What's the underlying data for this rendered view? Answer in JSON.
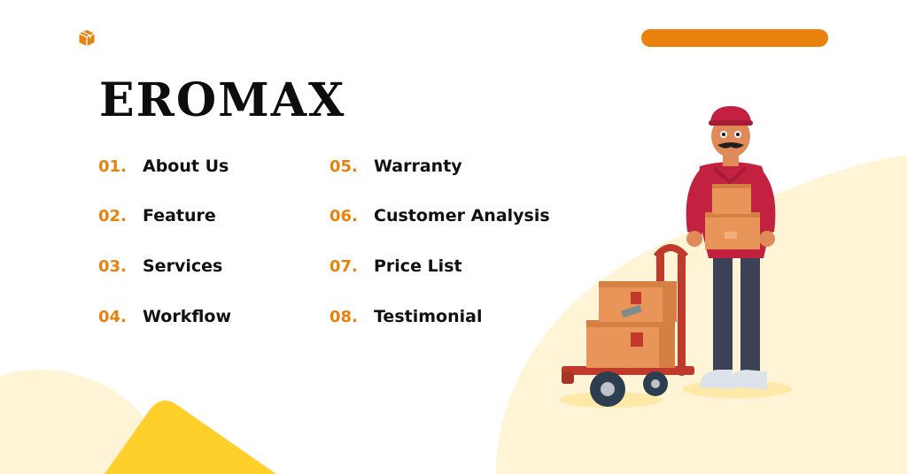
{
  "colors": {
    "accent": "#E8820C",
    "yellow": "#FFD02B",
    "cream": "#FFF4D6",
    "title": "#0D0D0D"
  },
  "header": {
    "logo_icon": "package-box-icon",
    "title": "EROMAX"
  },
  "toc": {
    "left": [
      {
        "num": "01.",
        "label": "About Us"
      },
      {
        "num": "02.",
        "label": "Feature"
      },
      {
        "num": "03.",
        "label": "Services"
      },
      {
        "num": "04.",
        "label": "Workflow"
      }
    ],
    "right": [
      {
        "num": "05.",
        "label": "Warranty"
      },
      {
        "num": "06.",
        "label": "Customer Analysis"
      },
      {
        "num": "07.",
        "label": "Price List"
      },
      {
        "num": "08.",
        "label": "Testimonial"
      }
    ]
  },
  "illustration": {
    "icon": "delivery-man-with-hand-truck-icon"
  }
}
